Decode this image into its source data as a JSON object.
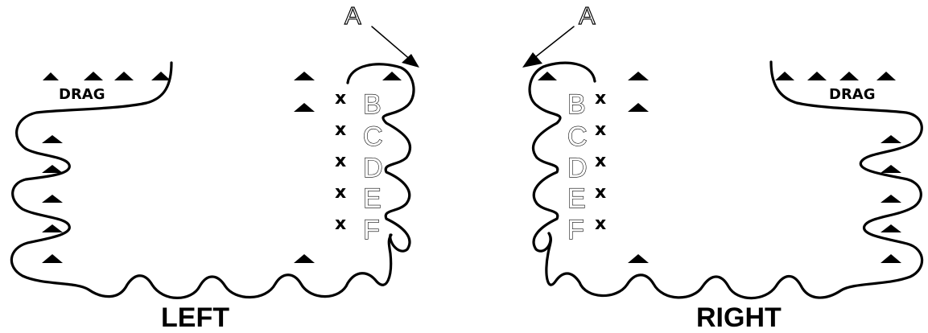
{
  "title": "",
  "labels": {
    "left": "LEFT",
    "right": "RIGHT",
    "drag": "DRAG",
    "a_left": "A",
    "a_right": "A"
  },
  "letters": [
    "B",
    "C",
    "D",
    "E",
    "F"
  ],
  "x_mark": "x",
  "colors": {
    "ink": "#000000",
    "background": "#ffffff"
  },
  "icons": {
    "arrow": "arrow-icon",
    "triangle": "triangle-marker-icon",
    "x": "x-mark-icon"
  }
}
